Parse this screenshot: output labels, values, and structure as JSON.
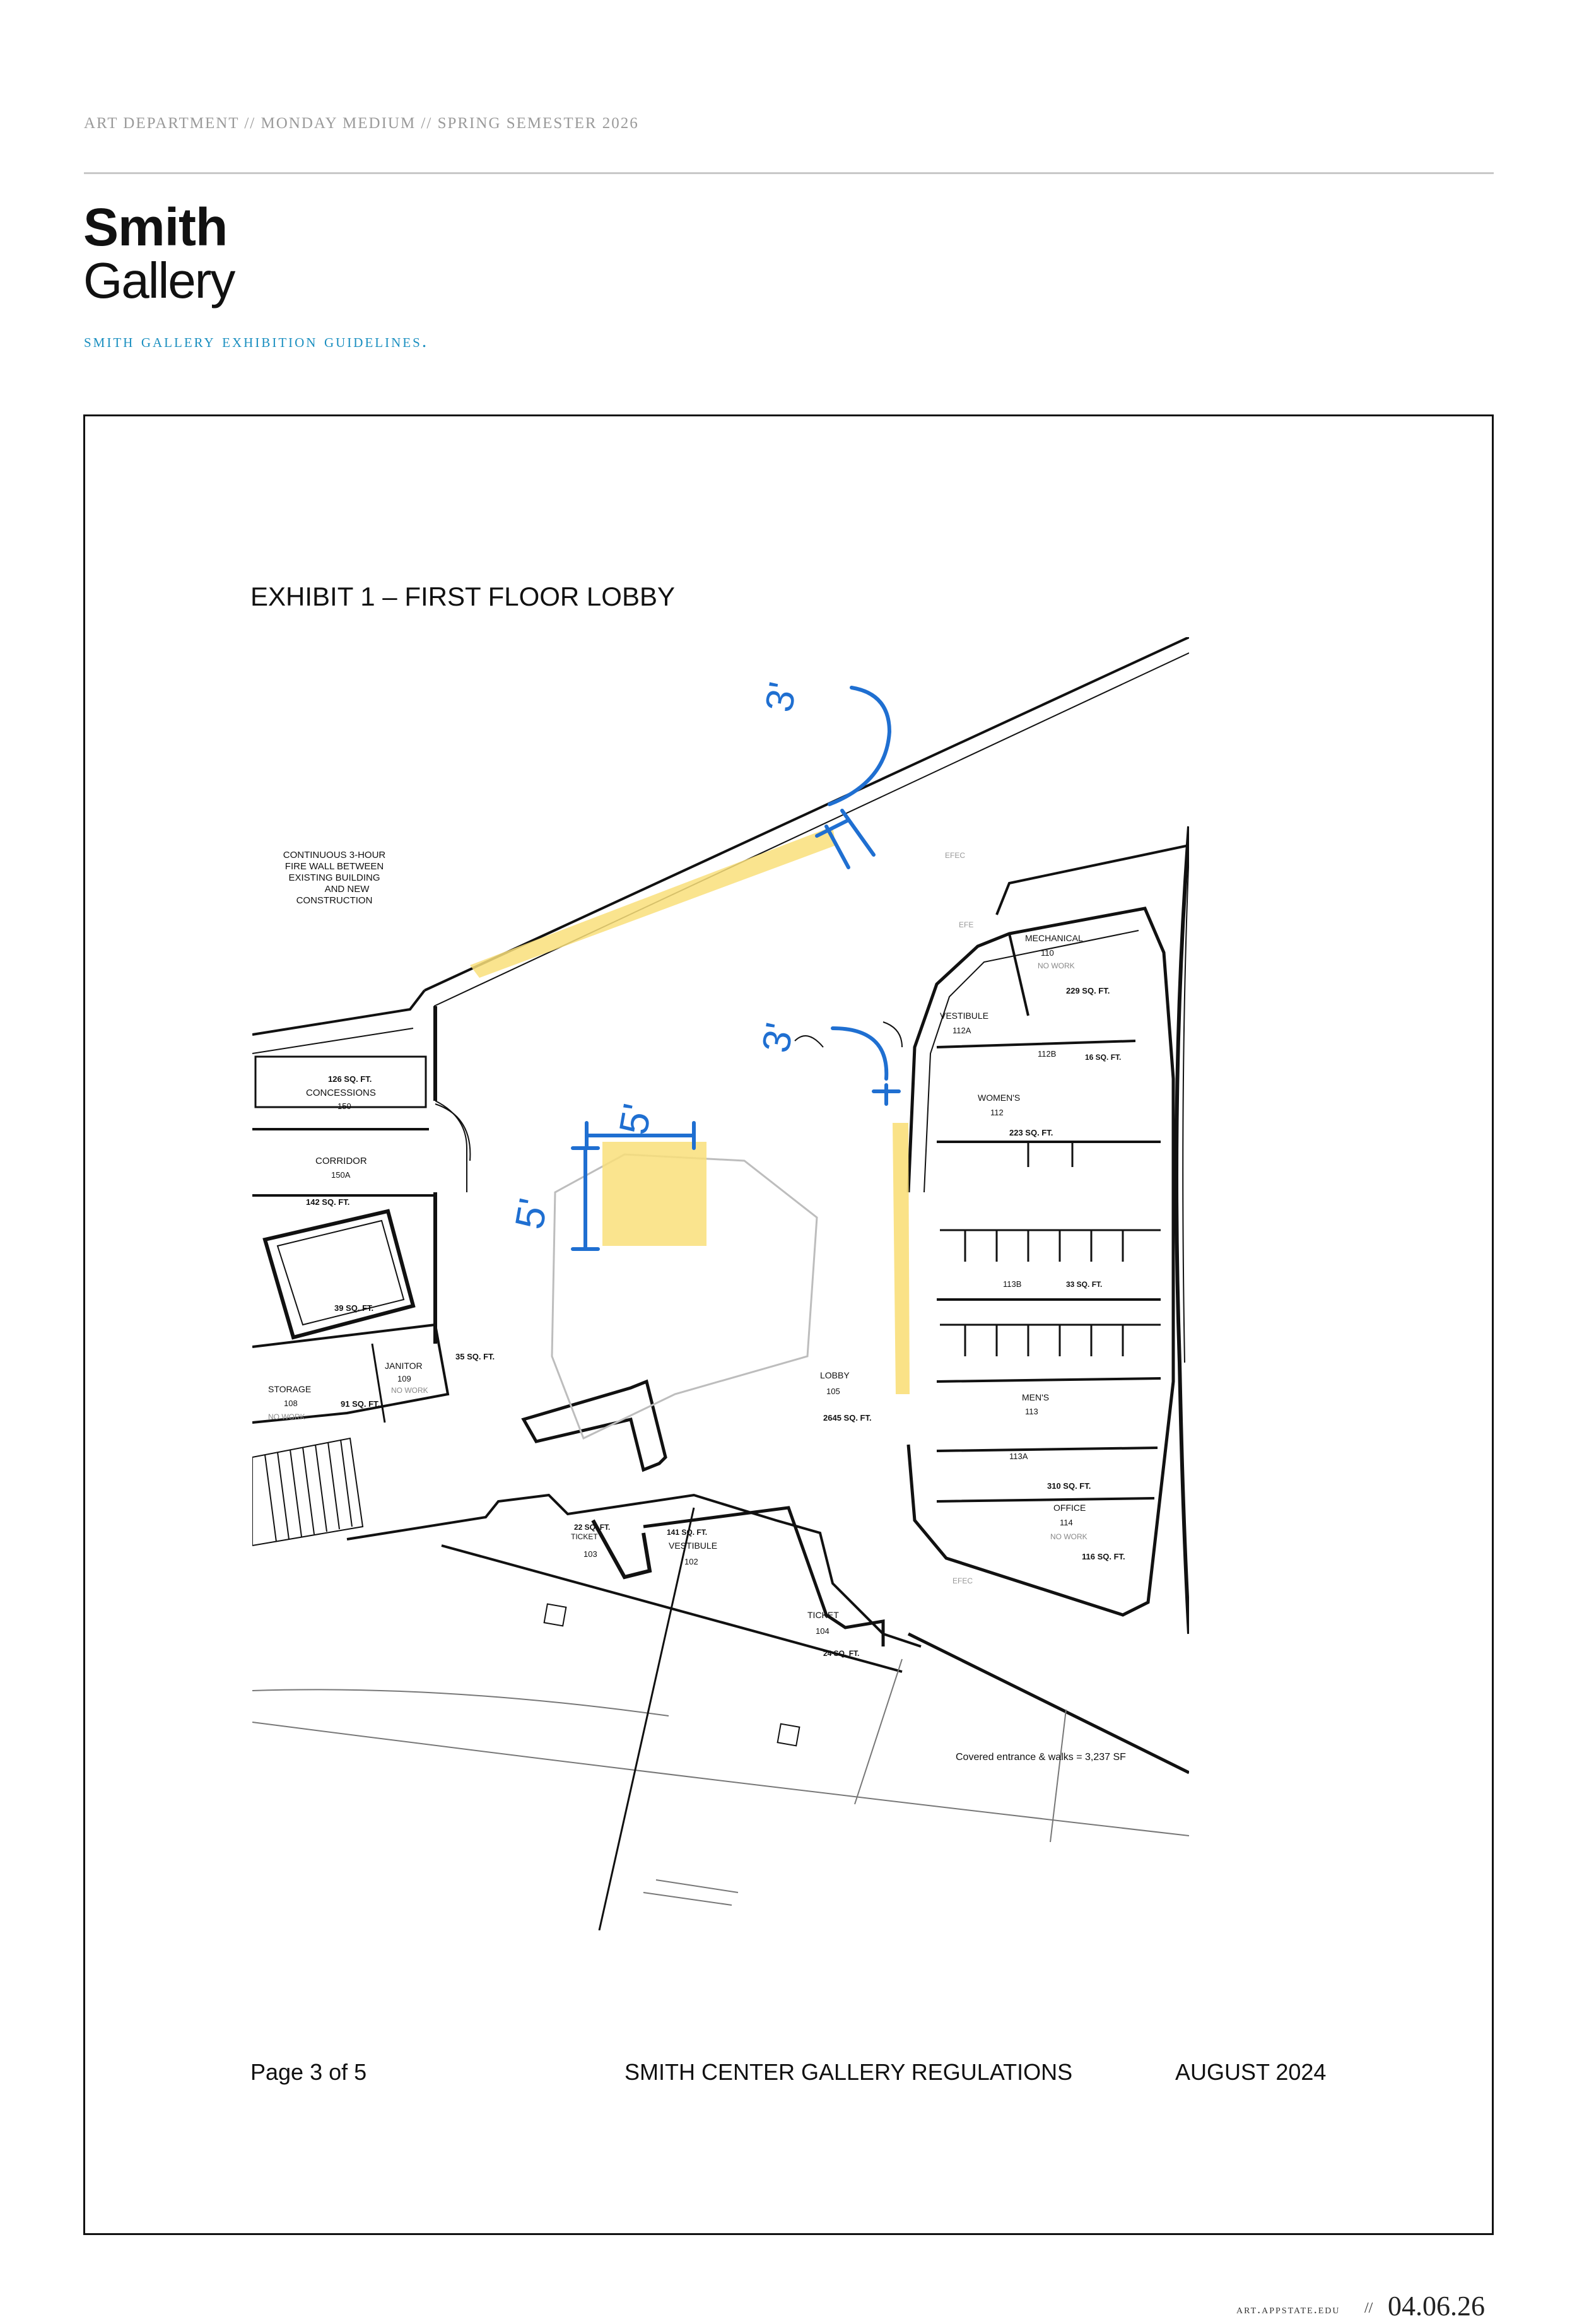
{
  "header": {
    "top_line": "ART DEPARTMENT  //  MONDAY MEDIUM  //  SPRING SEMESTER 2026",
    "logo_line1": "Smith",
    "logo_line2": "Gallery",
    "subtitle": "smith gallery exhibition guidelines."
  },
  "exhibit": {
    "title": "EXHIBIT 1 – FIRST FLOOR LOBBY",
    "annotations": {
      "top_wall_dim": "3'",
      "side_wall_dim": "3'",
      "square_width": "5'",
      "square_height": "5'"
    },
    "fire_wall_note": [
      "CONTINUOUS 3-HOUR",
      "FIRE WALL BETWEEN",
      "EXISTING BUILDING",
      "AND NEW",
      "CONSTRUCTION"
    ],
    "covered_note": "Covered entrance & walks = 3,237 SF",
    "rooms": {
      "concessions": {
        "area": "126 SQ. FT.",
        "name": "CONCESSIONS",
        "number": "150"
      },
      "corridor": {
        "name": "CORRIDOR",
        "number": "150A",
        "area": "142 SQ. FT."
      },
      "small_room_area": "39 SQ. FT.",
      "janitor": {
        "name": "JANITOR",
        "number": "109",
        "note": "NO WORK",
        "area": "35 SQ. FT."
      },
      "storage": {
        "name": "STORAGE",
        "number": "108",
        "note": "NO WORK",
        "area": "91 SQ. FT."
      },
      "mechanical": {
        "name": "MECHANICAL",
        "number": "110",
        "note": "NO WORK",
        "area": "229 SQ. FT."
      },
      "vestibule_112a": {
        "name": "VESTIBULE",
        "number": "112A"
      },
      "room_112b": {
        "number": "112B",
        "area": "16 SQ. FT."
      },
      "womens": {
        "name": "WOMEN'S",
        "number": "112",
        "area": "223 SQ. FT."
      },
      "room_113b": {
        "number": "113B",
        "area": "33 SQ. FT."
      },
      "mens": {
        "name": "MEN'S",
        "number": "113",
        "area": ""
      },
      "room_113a": {
        "number": "113A",
        "area": "310 SQ. FT."
      },
      "office": {
        "name": "OFFICE",
        "number": "114",
        "note": "NO WORK",
        "area": "116 SQ. FT."
      },
      "lobby": {
        "name": "LOBBY",
        "number": "105",
        "area": "2645 SQ. FT."
      },
      "ticket_103": {
        "name": "TICKET",
        "number": "103",
        "area": "22 SQ. FT."
      },
      "vestibule_102": {
        "name": "VESTIBULE",
        "number": "102",
        "area": "141 SQ. FT."
      },
      "ticket_104": {
        "name": "TICKET",
        "number": "104",
        "area": "24 SQ. FT."
      }
    },
    "efec_labels": [
      "EFEC",
      "EFE",
      "EFEC"
    ]
  },
  "footer": {
    "page": "Page 3 of 5",
    "regulations": "SMITH CENTER GALLERY REGULATIONS",
    "date": "AUGUST 2024"
  },
  "bottom": {
    "url": "art.appstate.edu",
    "separator": "//",
    "date": "04.06.26"
  },
  "colors": {
    "accent_blue": "#1a8fc0",
    "annotation_blue": "#1f6fd1",
    "highlight_yellow": "#f9df7a"
  }
}
